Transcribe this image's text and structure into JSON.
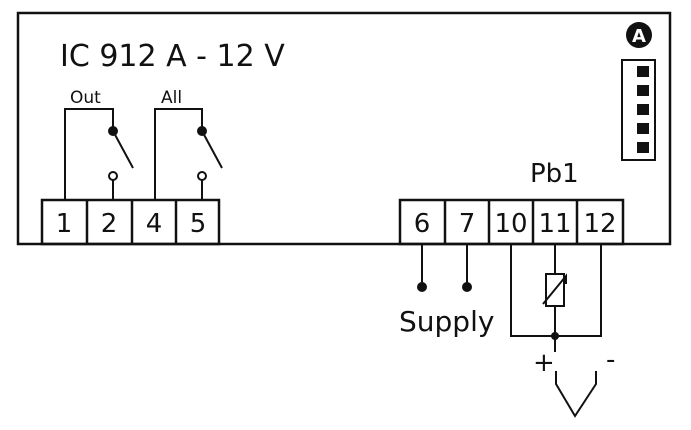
{
  "title": "IC 912 A - 12 V",
  "marker": "A",
  "relays": [
    {
      "label": "Out"
    },
    {
      "label": "All"
    }
  ],
  "terminals": [
    "1",
    "2",
    "4",
    "5",
    "6",
    "7",
    "10",
    "11",
    "12"
  ],
  "probe_label": "Pb1",
  "supply_label": "Supply",
  "thermocouple_signs": {
    "plus": "+",
    "minus": "-"
  }
}
